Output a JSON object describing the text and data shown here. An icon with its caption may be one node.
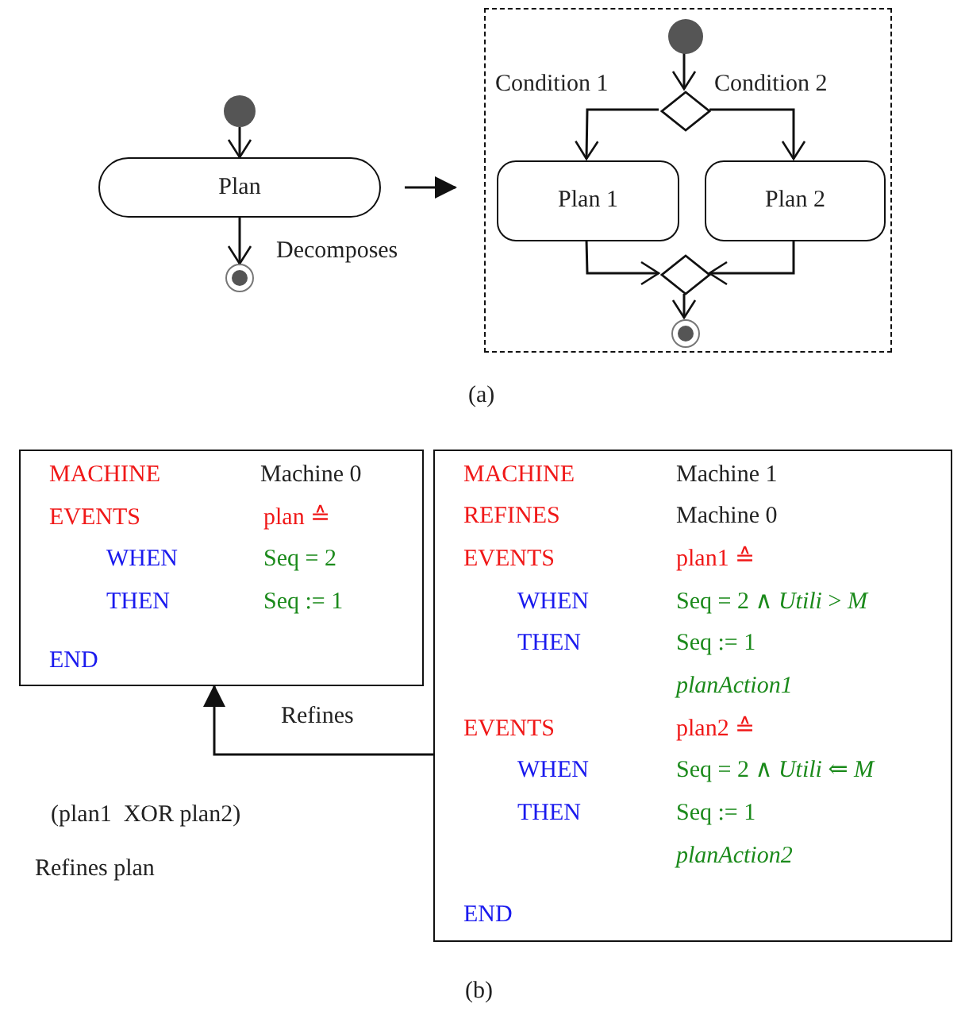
{
  "diagram": {
    "nodes": [
      {
        "text": [],
        "shape": "circle"
      },
      {
        "text": [
          "Plan"
        ]
      },
      {
        "text": [],
        "shape": "circle"
      },
      {
        "text": [],
        "shape": "box"
      },
      {
        "text": [],
        "shape": "circle",
        "in": 3
      },
      {
        "text": [],
        "shape": "diamond",
        "in": 3
      },
      {
        "text": [
          "Plan 1"
        ],
        "in": 3
      },
      {
        "text": [
          "Plan 2"
        ],
        "in": 3
      },
      {
        "text": [],
        "shape": "diamond",
        "in": 3
      },
      {
        "text": [],
        "shape": "circle",
        "in": 3
      },
      {
        "text": [
          "MACHINE",
          "Machine 0",
          "EVENTS",
          "plan ≙",
          "WHEN",
          "Seq = 2",
          "THEN",
          "Seq := 1",
          "END"
        ]
      },
      {
        "text": [
          "MACHINE",
          "Machine 1",
          "REFINES",
          "Machine 0",
          "EVENTS",
          "plan1 ≙",
          "WHEN",
          "Seq = 2 ∧ *Utili* > *M*",
          "THEN",
          "Seq := 1",
          "*planAction1*",
          "EVENTS",
          "plan2 ≙",
          "WHEN",
          "Seq = 2 ∧ *Utili* ⇐ *M*",
          "THEN",
          "Seq := 1",
          "*planAction2*",
          "END"
        ]
      }
    ],
    "edges": [
      {
        "from": 0,
        "to": 1,
        "arrow": "to"
      },
      {
        "from": 1,
        "to": 2,
        "arrow": "to",
        "label": "Decomposes"
      },
      {
        "from": 1,
        "to": 3,
        "arrow": "to"
      },
      {
        "from": 4,
        "to": 5,
        "arrow": "to"
      },
      {
        "from": 5,
        "to": 6,
        "arrow": "to",
        "label": "Condition 1"
      },
      {
        "from": 5,
        "to": 7,
        "arrow": "to",
        "label": "Condition 2"
      },
      {
        "from": 6,
        "to": 8,
        "arrow": "to"
      },
      {
        "from": 7,
        "to": 8,
        "arrow": "to"
      },
      {
        "from": 8,
        "to": 9,
        "arrow": "to"
      },
      {
        "from": 11,
        "to": 10,
        "arrow": "to",
        "label": "Refines"
      }
    ],
    "labels": [
      "(a)",
      "(plan1  XOR plan2)",
      "Refines plan",
      "(b)"
    ]
  }
}
